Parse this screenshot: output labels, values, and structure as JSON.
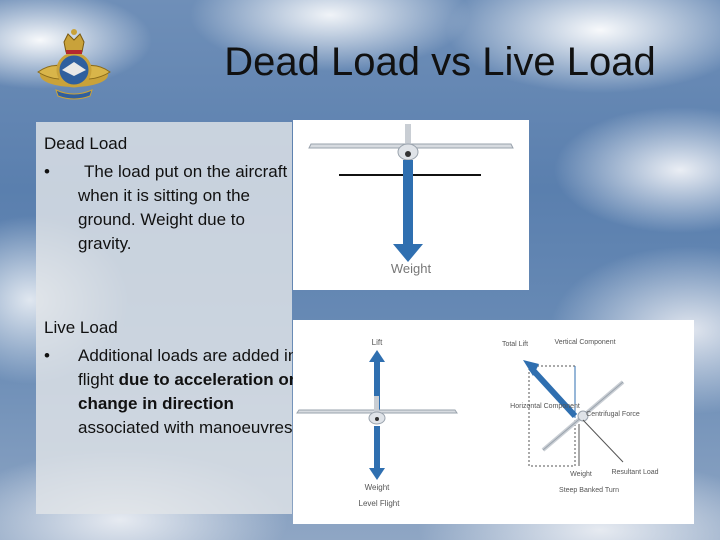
{
  "slide": {
    "title": "Dead Load vs Live Load"
  },
  "dead_load": {
    "heading": "Dead Load",
    "bullet": "•",
    "text": "The load put on the aircraft when it is sitting on the ground. Weight due to gravity."
  },
  "live_load": {
    "heading": "Live Load",
    "bullet": "•",
    "text_plain": "Additional loads are added in flight",
    "text_bold": "due to acceleration or change in direction",
    "text_end": "associated with manoeuvres"
  },
  "diagram1": {
    "weight_label": "Weight"
  },
  "diagram2": {
    "lift_label": "Lift",
    "weight_label": "Weight",
    "caption_left": "Level Flight",
    "total_lift": "Total Lift",
    "vertical_component": "Vertical Component",
    "horizontal_component": "Horizontal Component",
    "centrifugal_force": "Centrifugal Force",
    "weight_right": "Weight",
    "resultant_load": "Resultant Load",
    "caption_right": "Steep Banked Turn"
  },
  "colors": {
    "arrow_blue": "#2f6fb0",
    "title_text": "#111111"
  }
}
